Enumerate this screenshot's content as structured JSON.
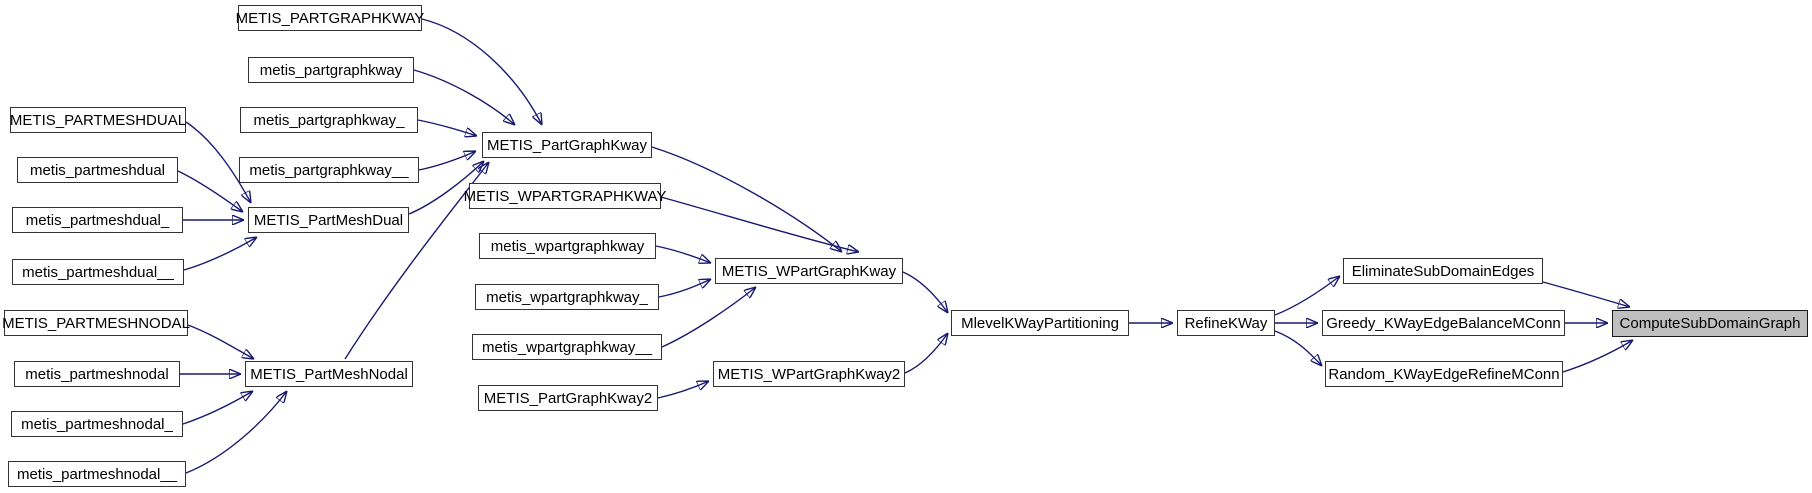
{
  "diagram": {
    "type": "function-call-graph",
    "highlighted_node": "ComputeSubDomainGraph",
    "colors": {
      "background": "#ffffff",
      "edge": "#191970",
      "node_fill": "#ffffff",
      "node_border": "#333333",
      "highlight_fill": "#bfbfbf",
      "text": "#000000"
    },
    "nodes": [
      {
        "id": "n0",
        "label": "METIS_PARTGRAPHKWAY"
      },
      {
        "id": "n1",
        "label": "metis_partgraphkway"
      },
      {
        "id": "n2",
        "label": "metis_partgraphkway_"
      },
      {
        "id": "n3",
        "label": "metis_partgraphkway__"
      },
      {
        "id": "n4",
        "label": "METIS_PARTMESHDUAL"
      },
      {
        "id": "n5",
        "label": "metis_partmeshdual"
      },
      {
        "id": "n6",
        "label": "metis_partmeshdual_"
      },
      {
        "id": "n7",
        "label": "metis_partmeshdual__"
      },
      {
        "id": "n8",
        "label": "METIS_PARTMESHNODAL"
      },
      {
        "id": "n9",
        "label": "metis_partmeshnodal"
      },
      {
        "id": "n10",
        "label": "metis_partmeshnodal_"
      },
      {
        "id": "n11",
        "label": "metis_partmeshnodal__"
      },
      {
        "id": "n12",
        "label": "METIS_PartMeshDual"
      },
      {
        "id": "n13",
        "label": "METIS_PartMeshNodal"
      },
      {
        "id": "n14",
        "label": "METIS_PartGraphKway"
      },
      {
        "id": "n15",
        "label": "METIS_WPARTGRAPHKWAY"
      },
      {
        "id": "n16",
        "label": "metis_wpartgraphkway"
      },
      {
        "id": "n17",
        "label": "metis_wpartgraphkway_"
      },
      {
        "id": "n18",
        "label": "metis_wpartgraphkway__"
      },
      {
        "id": "n19",
        "label": "METIS_PartGraphKway2"
      },
      {
        "id": "n20",
        "label": "METIS_WPartGraphKway"
      },
      {
        "id": "n21",
        "label": "METIS_WPartGraphKway2"
      },
      {
        "id": "n22",
        "label": "MlevelKWayPartitioning"
      },
      {
        "id": "n23",
        "label": "RefineKWay"
      },
      {
        "id": "n24",
        "label": "EliminateSubDomainEdges"
      },
      {
        "id": "n25",
        "label": "Greedy_KWayEdgeBalanceMConn"
      },
      {
        "id": "n26",
        "label": "Random_KWayEdgeRefineMConn"
      },
      {
        "id": "n27",
        "label": "ComputeSubDomainGraph"
      }
    ],
    "edges": [
      {
        "from": "METIS_PARTGRAPHKWAY",
        "to": "METIS_PartGraphKway"
      },
      {
        "from": "metis_partgraphkway",
        "to": "METIS_PartGraphKway"
      },
      {
        "from": "metis_partgraphkway_",
        "to": "METIS_PartGraphKway"
      },
      {
        "from": "metis_partgraphkway__",
        "to": "METIS_PartGraphKway"
      },
      {
        "from": "METIS_PartMeshDual",
        "to": "METIS_PartGraphKway"
      },
      {
        "from": "METIS_PartMeshNodal",
        "to": "METIS_PartGraphKway"
      },
      {
        "from": "METIS_PARTMESHDUAL",
        "to": "METIS_PartMeshDual"
      },
      {
        "from": "metis_partmeshdual",
        "to": "METIS_PartMeshDual"
      },
      {
        "from": "metis_partmeshdual_",
        "to": "METIS_PartMeshDual"
      },
      {
        "from": "metis_partmeshdual__",
        "to": "METIS_PartMeshDual"
      },
      {
        "from": "METIS_PARTMESHNODAL",
        "to": "METIS_PartMeshNodal"
      },
      {
        "from": "metis_partmeshnodal",
        "to": "METIS_PartMeshNodal"
      },
      {
        "from": "metis_partmeshnodal_",
        "to": "METIS_PartMeshNodal"
      },
      {
        "from": "metis_partmeshnodal__",
        "to": "METIS_PartMeshNodal"
      },
      {
        "from": "METIS_PartGraphKway",
        "to": "METIS_WPartGraphKway"
      },
      {
        "from": "METIS_WPARTGRAPHKWAY",
        "to": "METIS_WPartGraphKway"
      },
      {
        "from": "metis_wpartgraphkway",
        "to": "METIS_WPartGraphKway"
      },
      {
        "from": "metis_wpartgraphkway_",
        "to": "METIS_WPartGraphKway"
      },
      {
        "from": "metis_wpartgraphkway__",
        "to": "METIS_WPartGraphKway"
      },
      {
        "from": "METIS_PartGraphKway2",
        "to": "METIS_WPartGraphKway2"
      },
      {
        "from": "METIS_WPartGraphKway",
        "to": "MlevelKWayPartitioning"
      },
      {
        "from": "METIS_WPartGraphKway2",
        "to": "MlevelKWayPartitioning"
      },
      {
        "from": "MlevelKWayPartitioning",
        "to": "RefineKWay"
      },
      {
        "from": "RefineKWay",
        "to": "EliminateSubDomainEdges"
      },
      {
        "from": "RefineKWay",
        "to": "Greedy_KWayEdgeBalanceMConn"
      },
      {
        "from": "RefineKWay",
        "to": "Random_KWayEdgeRefineMConn"
      },
      {
        "from": "EliminateSubDomainEdges",
        "to": "ComputeSubDomainGraph"
      },
      {
        "from": "Greedy_KWayEdgeBalanceMConn",
        "to": "ComputeSubDomainGraph"
      },
      {
        "from": "Random_KWayEdgeRefineMConn",
        "to": "ComputeSubDomainGraph"
      }
    ]
  }
}
